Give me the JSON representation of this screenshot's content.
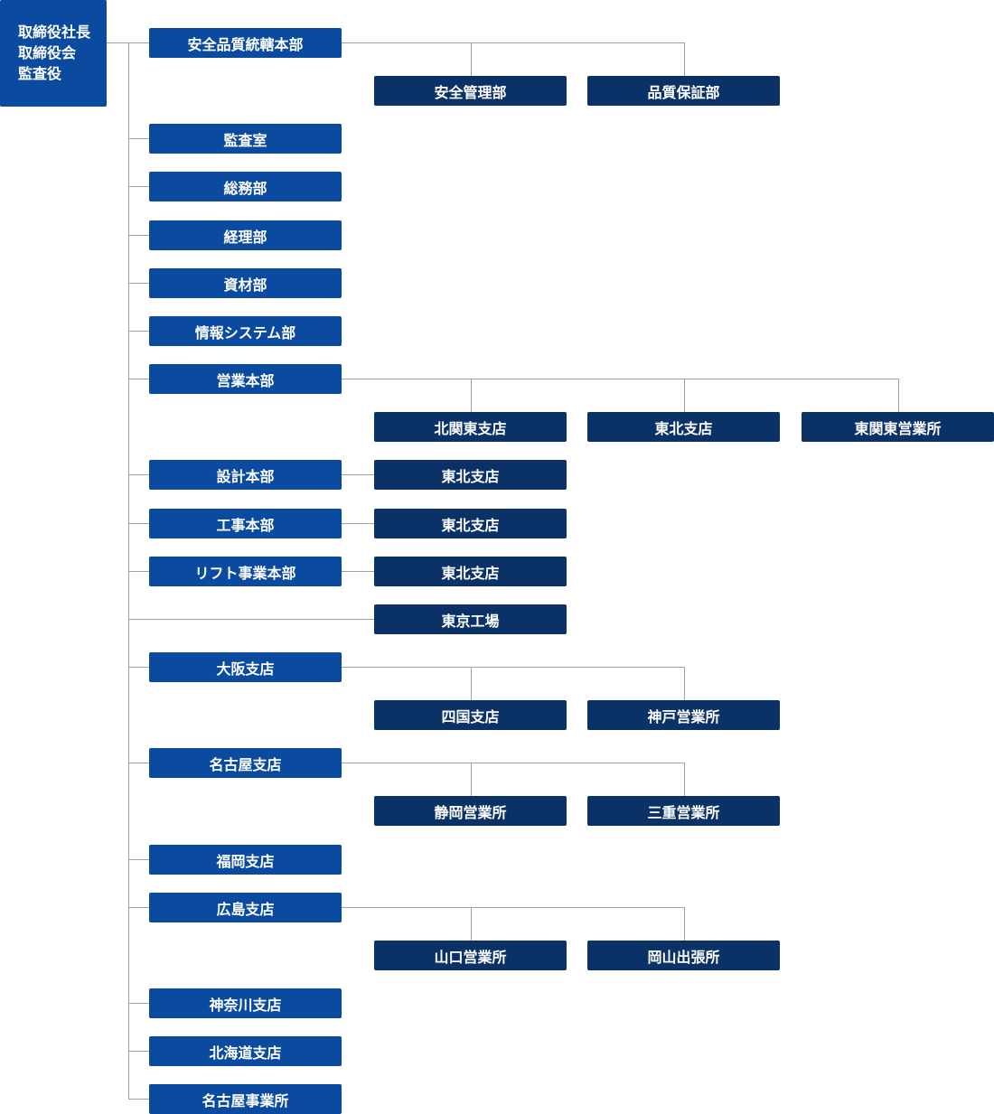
{
  "org": {
    "root": {
      "lines": [
        "取締役社長",
        "取締役会",
        "監査役"
      ]
    },
    "departments": [
      {
        "label": "安全品質統轄本部",
        "children": [
          "安全管理部",
          "品質保証部"
        ],
        "layout": "below"
      },
      {
        "label": "監査室",
        "children": [],
        "layout": "none"
      },
      {
        "label": "総務部",
        "children": [],
        "layout": "none"
      },
      {
        "label": "経理部",
        "children": [],
        "layout": "none"
      },
      {
        "label": "資材部",
        "children": [],
        "layout": "none"
      },
      {
        "label": "情報システム部",
        "children": [],
        "layout": "none"
      },
      {
        "label": "営業本部",
        "children": [
          "北関東支店",
          "東北支店",
          "東関東営業所"
        ],
        "layout": "below"
      },
      {
        "label": "設計本部",
        "children": [
          "東北支店"
        ],
        "layout": "inline"
      },
      {
        "label": "工事本部",
        "children": [
          "東北支店"
        ],
        "layout": "inline"
      },
      {
        "label": "リフト事業本部",
        "children": [
          "東北支店"
        ],
        "layout": "inline"
      },
      {
        "label": "",
        "children": [
          "東京工場"
        ],
        "layout": "inline"
      },
      {
        "label": "大阪支店",
        "children": [
          "四国支店",
          "神戸営業所"
        ],
        "layout": "below"
      },
      {
        "label": "名古屋支店",
        "children": [
          "静岡営業所",
          "三重営業所"
        ],
        "layout": "below"
      },
      {
        "label": "福岡支店",
        "children": [],
        "layout": "none"
      },
      {
        "label": "広島支店",
        "children": [
          "山口営業所",
          "岡山出張所"
        ],
        "layout": "below"
      },
      {
        "label": "神奈川支店",
        "children": [],
        "layout": "none"
      },
      {
        "label": "北海道支店",
        "children": [],
        "layout": "none"
      },
      {
        "label": "名古屋事業所",
        "children": [],
        "layout": "none"
      }
    ],
    "colors": {
      "level1": "#0a4a9f",
      "level2": "#0b3267",
      "connector": "#9aa3ad"
    }
  }
}
